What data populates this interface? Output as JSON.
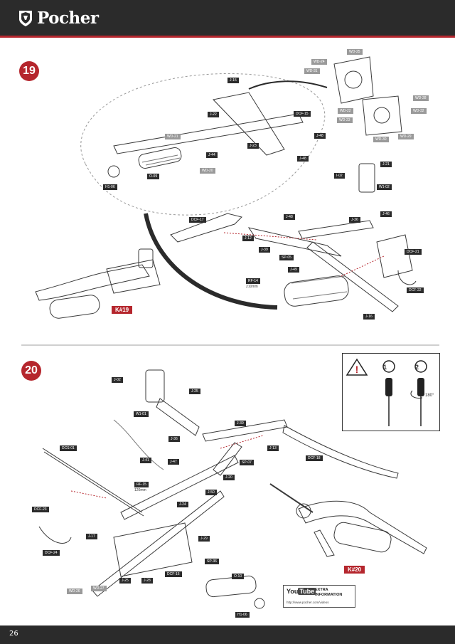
{
  "header": {
    "brand": "Pocher"
  },
  "footer": {
    "page_number": "26"
  },
  "step19": {
    "number": "19",
    "kit_code": "K#19",
    "rf_length": "210mm",
    "labels": [
      {
        "id": "WD-25",
        "t": "WD-25",
        "c": "g"
      },
      {
        "id": "WD-24",
        "t": "WD-24",
        "c": "g"
      },
      {
        "id": "WD-31",
        "t": "WD-31",
        "c": "g"
      },
      {
        "id": "J-15",
        "t": "J-15",
        "c": "d"
      },
      {
        "id": "J-22",
        "t": "J-22",
        "c": "d"
      },
      {
        "id": "DCF-15",
        "t": "DCF-15",
        "c": "d"
      },
      {
        "id": "WD-28",
        "t": "WD-28",
        "c": "g"
      },
      {
        "id": "WD-32",
        "t": "WD-32",
        "c": "g"
      },
      {
        "id": "WD-23",
        "t": "WD-23",
        "c": "g"
      },
      {
        "id": "WD-22",
        "t": "WD-22",
        "c": "g"
      },
      {
        "id": "WD-30",
        "t": "WD-30",
        "c": "g"
      },
      {
        "id": "WD-29",
        "t": "WD-29",
        "c": "g"
      },
      {
        "id": "WD-21",
        "t": "WD-21",
        "c": "g"
      },
      {
        "id": "J-48a",
        "t": "J-48",
        "c": "d"
      },
      {
        "id": "J-23",
        "t": "J-23",
        "c": "d"
      },
      {
        "id": "J-44",
        "t": "J-44",
        "c": "d"
      },
      {
        "id": "J-48b",
        "t": "J-48",
        "c": "d"
      },
      {
        "id": "WD-20",
        "t": "WD-20",
        "c": "g"
      },
      {
        "id": "O-09",
        "t": "O-09",
        "c": "d"
      },
      {
        "id": "H1-06",
        "t": "H1-06",
        "c": "d"
      },
      {
        "id": "J-21",
        "t": "J-21",
        "c": "d"
      },
      {
        "id": "I-02",
        "t": "I-02",
        "c": "d"
      },
      {
        "id": "W1-02",
        "t": "W1-02",
        "c": "d"
      },
      {
        "id": "DCF-17",
        "t": "DCF-17",
        "c": "d"
      },
      {
        "id": "J-48c",
        "t": "J-48",
        "c": "d"
      },
      {
        "id": "J-36",
        "t": "J-36",
        "c": "d"
      },
      {
        "id": "J-46",
        "t": "J-46",
        "c": "d"
      },
      {
        "id": "J-12",
        "t": "J-12",
        "c": "d"
      },
      {
        "id": "J-39",
        "t": "J-39",
        "c": "d"
      },
      {
        "id": "SP-05",
        "t": "SP-05",
        "c": "d"
      },
      {
        "id": "DCF-21",
        "t": "DCF-21",
        "c": "d"
      },
      {
        "id": "J-49",
        "t": "J-49",
        "c": "d"
      },
      {
        "id": "RF-14",
        "t": "RF-14",
        "c": "d"
      },
      {
        "id": "DCF-22",
        "t": "DCF-22",
        "c": "d"
      },
      {
        "id": "J-16",
        "t": "J-16",
        "c": "d"
      }
    ]
  },
  "step20": {
    "number": "20",
    "kit_code": "K#20",
    "rf_length": "120mm",
    "rotate": "180°",
    "callouts": [
      "1",
      "2"
    ],
    "labels": [
      {
        "id": "J-02",
        "t": "J-02",
        "c": "d"
      },
      {
        "id": "J-25",
        "t": "J-25",
        "c": "d"
      },
      {
        "id": "W1-01",
        "t": "W1-01",
        "c": "d"
      },
      {
        "id": "J-39",
        "t": "J-39",
        "c": "d"
      },
      {
        "id": "J-36",
        "t": "J-36",
        "c": "d"
      },
      {
        "id": "J-13",
        "t": "J-13",
        "c": "d"
      },
      {
        "id": "DCS-01",
        "t": "DCS-01",
        "c": "d"
      },
      {
        "id": "J-41",
        "t": "J-41",
        "c": "d"
      },
      {
        "id": "J-47",
        "t": "J-47",
        "c": "d"
      },
      {
        "id": "SP-07",
        "t": "SP-07",
        "c": "d"
      },
      {
        "id": "DCF-18",
        "t": "DCF-18",
        "c": "d"
      },
      {
        "id": "RF-15",
        "t": "RF-15",
        "c": "d"
      },
      {
        "id": "J-20",
        "t": "J-20",
        "c": "d"
      },
      {
        "id": "J-50",
        "t": "J-50",
        "c": "d"
      },
      {
        "id": "DCF-23",
        "t": "DCF-23",
        "c": "d"
      },
      {
        "id": "J-24",
        "t": "J-24",
        "c": "d"
      },
      {
        "id": "J-17",
        "t": "J-17",
        "c": "d"
      },
      {
        "id": "J-29",
        "t": "J-29",
        "c": "d"
      },
      {
        "id": "DCF-24",
        "t": "DCF-24",
        "c": "d"
      },
      {
        "id": "SP-36",
        "t": "SP-36",
        "c": "d"
      },
      {
        "id": "DCF-16",
        "t": "DCF-16",
        "c": "d"
      },
      {
        "id": "O-10",
        "t": "O-10",
        "c": "d"
      },
      {
        "id": "WD-26",
        "t": "WD-26",
        "c": "g"
      },
      {
        "id": "WD-27",
        "t": "WD-27",
        "c": "g"
      },
      {
        "id": "J-25b",
        "t": "J-25",
        "c": "d"
      },
      {
        "id": "J-28",
        "t": "J-28",
        "c": "d"
      },
      {
        "id": "H1-06",
        "t": "H1-06",
        "c": "d"
      }
    ]
  },
  "video": {
    "you": "You",
    "tube": "Tube",
    "extra_line1": "EXTRA",
    "extra_line2": "INFORMATION",
    "url": "http://www.pocher.com/videos"
  },
  "colors": {
    "accent": "#b5262d",
    "bar": "#2b2b2b",
    "part_label_gray": "#9a9a9a"
  }
}
